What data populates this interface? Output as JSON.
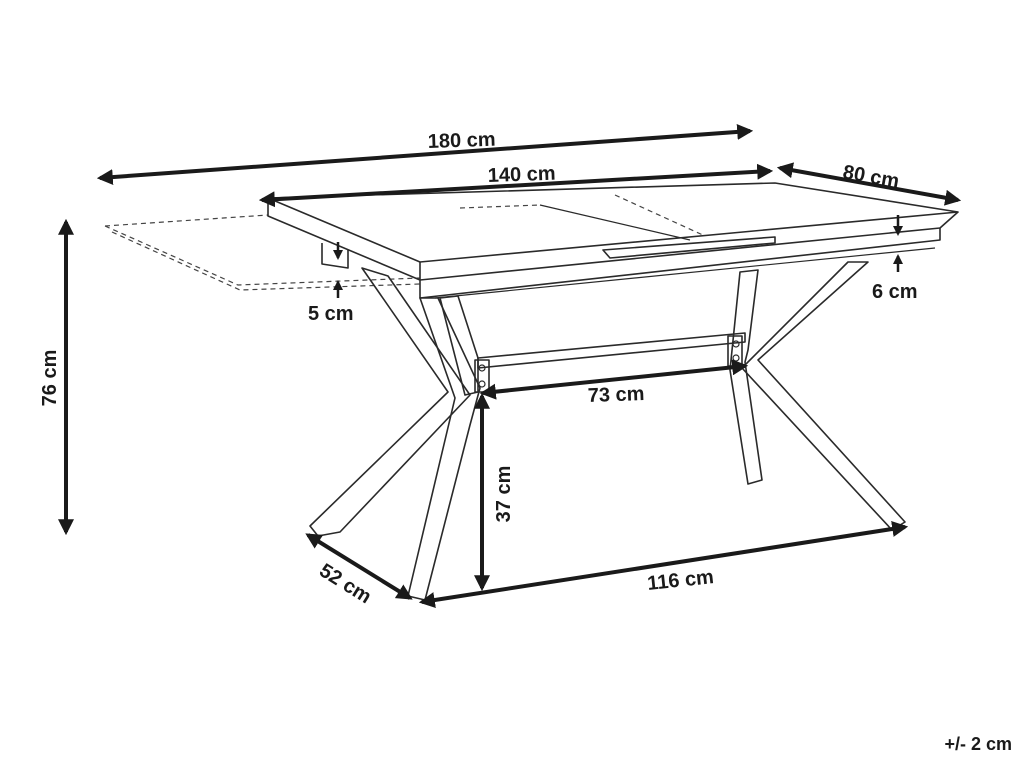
{
  "dimensions": {
    "extended_length": "180 cm",
    "length": "140 cm",
    "depth": "80 cm",
    "height": "76 cm",
    "top_thickness": "6 cm",
    "extension_thickness": "5 cm",
    "inner_beam": "73 cm",
    "beam_height": "37 cm",
    "leg_depth": "52 cm",
    "leg_span": "116 cm"
  },
  "tolerance": "+/- 2 cm"
}
